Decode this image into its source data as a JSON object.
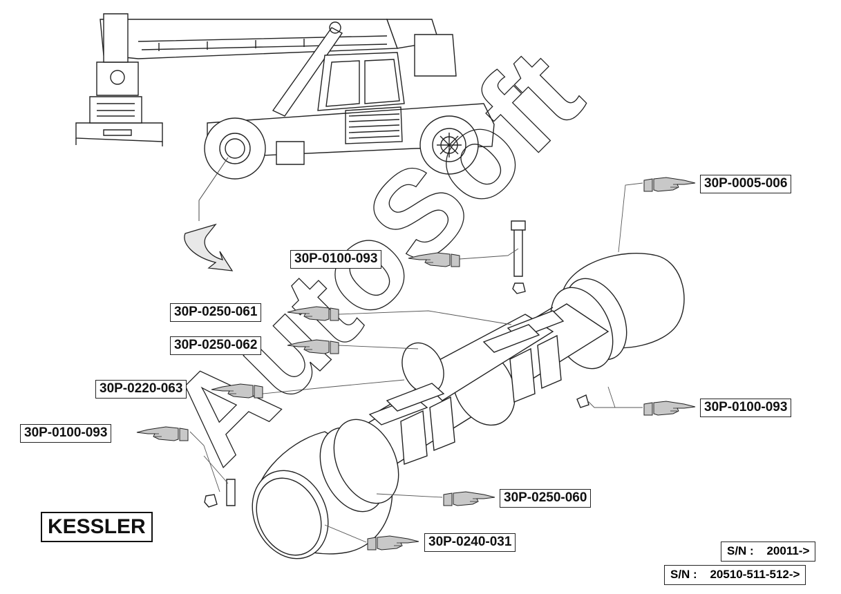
{
  "brand": "KESSLER",
  "watermark": "AutoSoft",
  "serials": [
    {
      "label": "S/N :",
      "value": "20011->"
    },
    {
      "label": "S/N :",
      "value": "20510-511-512->"
    }
  ],
  "callouts": [
    "30P-0005-006",
    "30P-0100-093",
    "30P-0250-061",
    "30P-0250-062",
    "30P-0220-063",
    "30P-0100-093",
    "30P-0100-093",
    "30P-0250-060",
    "30P-0240-031"
  ],
  "icons": [
    "pointing-hand-icon",
    "curved-arrow-icon"
  ],
  "colors": {
    "line": "#222222",
    "hand_fill": "#c8c8c8",
    "paper": "#ffffff"
  }
}
